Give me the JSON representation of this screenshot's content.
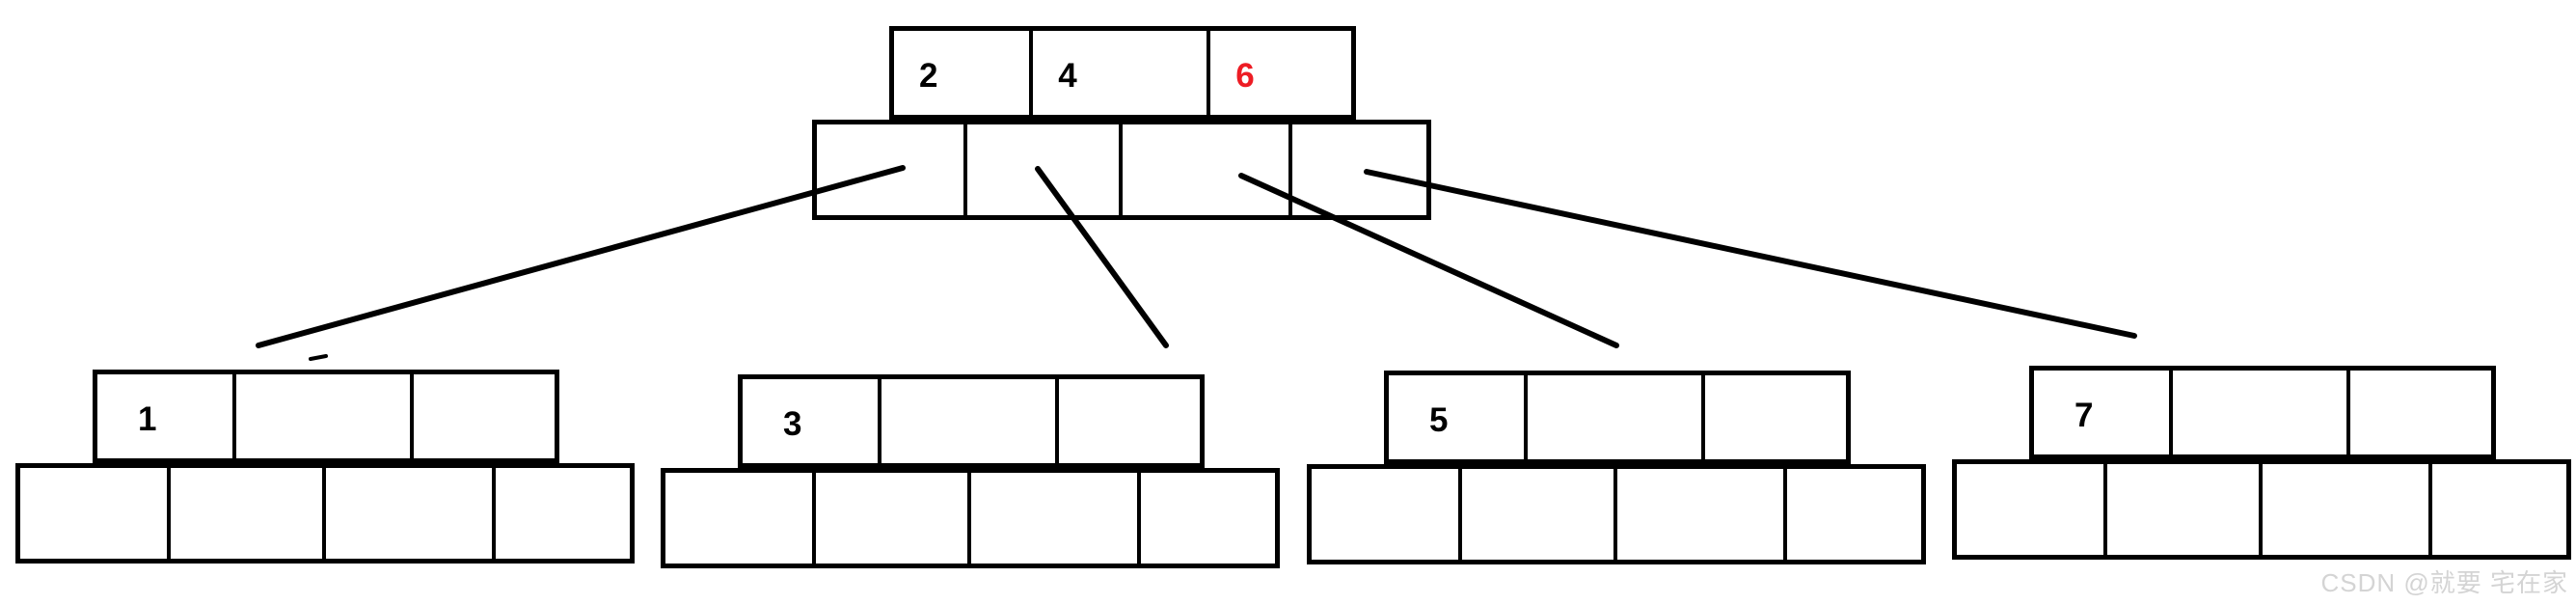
{
  "root_node": {
    "keys": [
      "2",
      "4",
      "6"
    ],
    "pointer_slots": 4
  },
  "child_nodes": [
    {
      "keys": [
        "1",
        "",
        ""
      ],
      "pointer_slots": 4
    },
    {
      "keys": [
        "3",
        "",
        ""
      ],
      "pointer_slots": 4
    },
    {
      "keys": [
        "5",
        "",
        ""
      ],
      "pointer_slots": 4
    },
    {
      "keys": [
        "7",
        "",
        ""
      ],
      "pointer_slots": 4
    }
  ],
  "edges": [
    {
      "from": "root-pointer-slot-1",
      "to": "child-node-1"
    },
    {
      "from": "root-pointer-slot-2",
      "to": "child-node-2"
    },
    {
      "from": "root-pointer-slot-3",
      "to": "child-node-3"
    },
    {
      "from": "root-pointer-slot-4",
      "to": "child-node-4"
    }
  ],
  "watermark": {
    "text": "CSDN @就要 宅在家"
  },
  "colors": {
    "line": "#000000",
    "key_text": "#000000",
    "key_highlight": "#ed1c24",
    "watermark": "#d4d4d4"
  }
}
